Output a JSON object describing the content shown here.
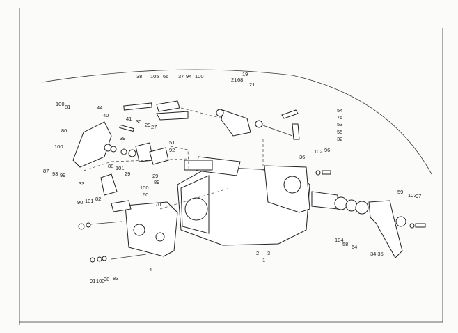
{
  "diagram": {
    "type": "exploded parts diagram",
    "labels": [
      "38",
      "105",
      "66",
      "37",
      "94",
      "100",
      "19",
      "21",
      "68",
      "21",
      "54",
      "75",
      "53",
      "55",
      "32",
      "100",
      "81",
      "44",
      "40",
      "80",
      "41",
      "30",
      "29",
      "27",
      "39",
      "51",
      "92",
      "100",
      "87",
      "93",
      "99",
      "88",
      "101",
      "29",
      "29",
      "36",
      "102",
      "96",
      "33",
      "89",
      "100",
      "60",
      "70",
      "90",
      "101",
      "82",
      "59",
      "103",
      "97",
      "104",
      "58",
      "64",
      "34;35",
      "2",
      "3",
      "1",
      "4",
      "91",
      "103",
      "98",
      "83"
    ]
  }
}
